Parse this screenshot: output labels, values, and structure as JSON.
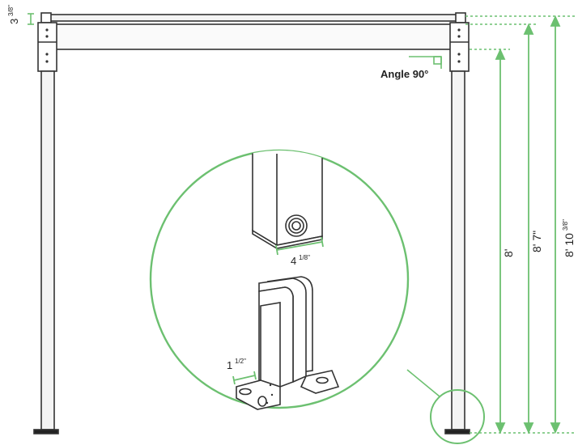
{
  "colors": {
    "dimension": "#6cc070",
    "outline": "#333333",
    "frame_fill": "#f4f4f4",
    "background": "#ffffff"
  },
  "labels": {
    "top_gap": {
      "main": "3",
      "fraction": "3/8\""
    },
    "angle": "Angle 90°",
    "height_8": "8'",
    "height_8_7": "8' 7\"",
    "height_total": {
      "main": "8' 10",
      "fraction": "3/8\""
    },
    "post_width": {
      "main": "4",
      "fraction": "1/8\""
    },
    "bracket_width": {
      "main": "1",
      "fraction": "1/2\""
    }
  },
  "icons": {
    "bolt": "bolt-head-icon",
    "bracket": "post-bracket-icon"
  }
}
